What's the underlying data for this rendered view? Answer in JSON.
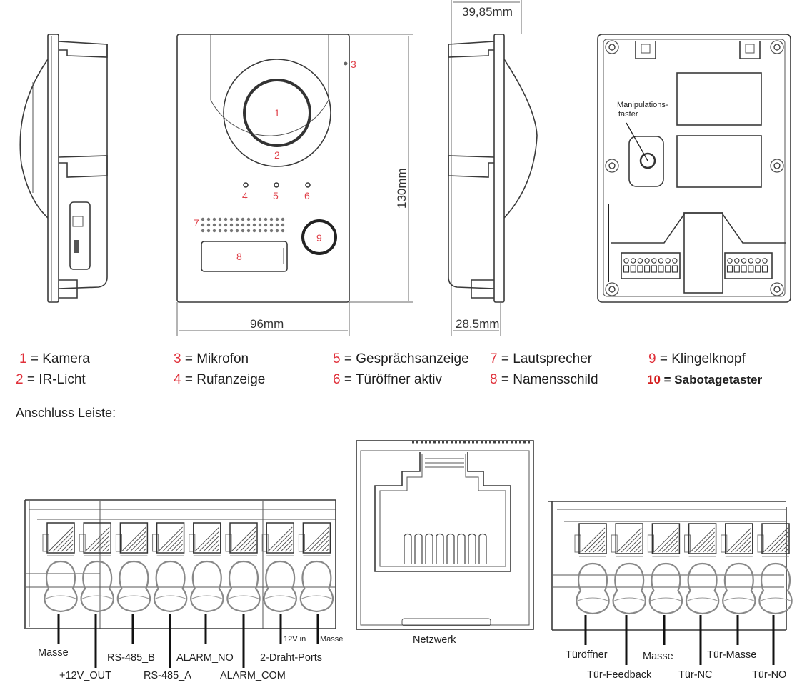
{
  "dimensions": {
    "width_front": "96mm",
    "height_front": "130mm",
    "depth_total": "39,85mm",
    "depth_body": "28,5mm"
  },
  "front_callouts": [
    "1",
    "2",
    "3",
    "4",
    "5",
    "6",
    "7",
    "8",
    "9"
  ],
  "rear_view": {
    "tamper_label_line1": "Manipulations-",
    "tamper_label_line2": "taster"
  },
  "legend": [
    {
      "num": "1",
      "text": "= Kamera"
    },
    {
      "num": "2",
      "text": "= IR-Licht"
    },
    {
      "num": "3",
      "text": "= Mikrofon"
    },
    {
      "num": "4",
      "text": "= Rufanzeige"
    },
    {
      "num": "5",
      "text": "= Gesprächsanzeige"
    },
    {
      "num": "6",
      "text": "= Türöffner aktiv"
    },
    {
      "num": "7",
      "text": "= Lautsprecher"
    },
    {
      "num": "8",
      "text": "= Namensschild"
    },
    {
      "num": "9",
      "text": "= Klingelknopf"
    },
    {
      "num": "10",
      "text": "= Sabotagetaster"
    }
  ],
  "connector_section_title": "Anschluss Leiste:",
  "left_terminal": {
    "labels": [
      "Masse",
      "+12V_OUT",
      "RS-485_B",
      "RS-485_A",
      "ALARM_NO",
      "ALARM_COM",
      "12V in",
      "Masse"
    ],
    "group_label": "2-Draht-Ports"
  },
  "network_port": {
    "label": "Netzwerk"
  },
  "right_terminal": {
    "labels": [
      "Türöffner",
      "Tür-Feedback",
      "Masse",
      "Tür-NC",
      "Tür-Masse",
      "Tür-NO"
    ]
  }
}
